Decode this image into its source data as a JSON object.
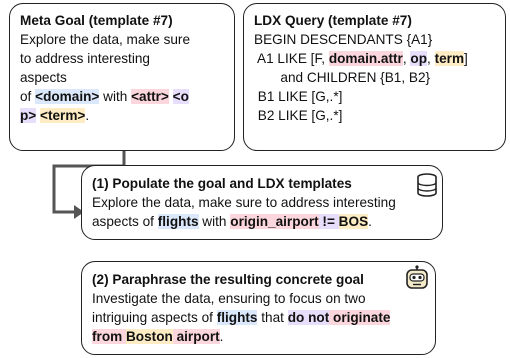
{
  "meta_goal": {
    "title": "Meta Goal (template #7)",
    "line1": "Explore the data, make sure",
    "line2": "to address interesting",
    "line3": "aspects",
    "line4_pre": "of ",
    "domain": "<domain>",
    "line4_mid": " with ",
    "attr": "<attr>",
    "op_a": "<o",
    "op_b": "p>",
    "term": "<term>",
    "period": "."
  },
  "ldx_query": {
    "title": "LDX Query (template #7)",
    "l1": "BEGIN DESCENDANTS {A1}",
    "l2_pre": " A1 LIKE [F, ",
    "l2_attr": "domain.attr",
    "l2_sep1": ", ",
    "l2_op": "op",
    "l2_sep2": ", ",
    "l2_term": "term",
    "l2_end": "]",
    "l3": "       and CHILDREN {B1, B2}",
    "l4": " B1 LIKE [G,.*]",
    "l5": " B2 LIKE [G,.*]"
  },
  "step1": {
    "title": "(1) Populate the goal and LDX templates",
    "line1": "Explore the data, make sure to address interesting",
    "line2_pre": "aspects of ",
    "domain": "flights",
    "line2_mid": " with ",
    "attr": "origin_airport",
    "op": " != ",
    "term": "BOS",
    "period": "."
  },
  "step2": {
    "title": "(2) Paraphrase the resulting concrete goal",
    "line1": "Investigate the data, ensuring to focus on two",
    "line2_pre": "intriguing aspects of ",
    "domain": "flights",
    "line2_mid": " that ",
    "op": "do not",
    "attr": " originate",
    "line3_pre": "from ",
    "term": "Boston",
    "line3_attr": " airport",
    "period": "."
  },
  "icons": {
    "step1": "database-icon",
    "step2": "robot-icon"
  }
}
